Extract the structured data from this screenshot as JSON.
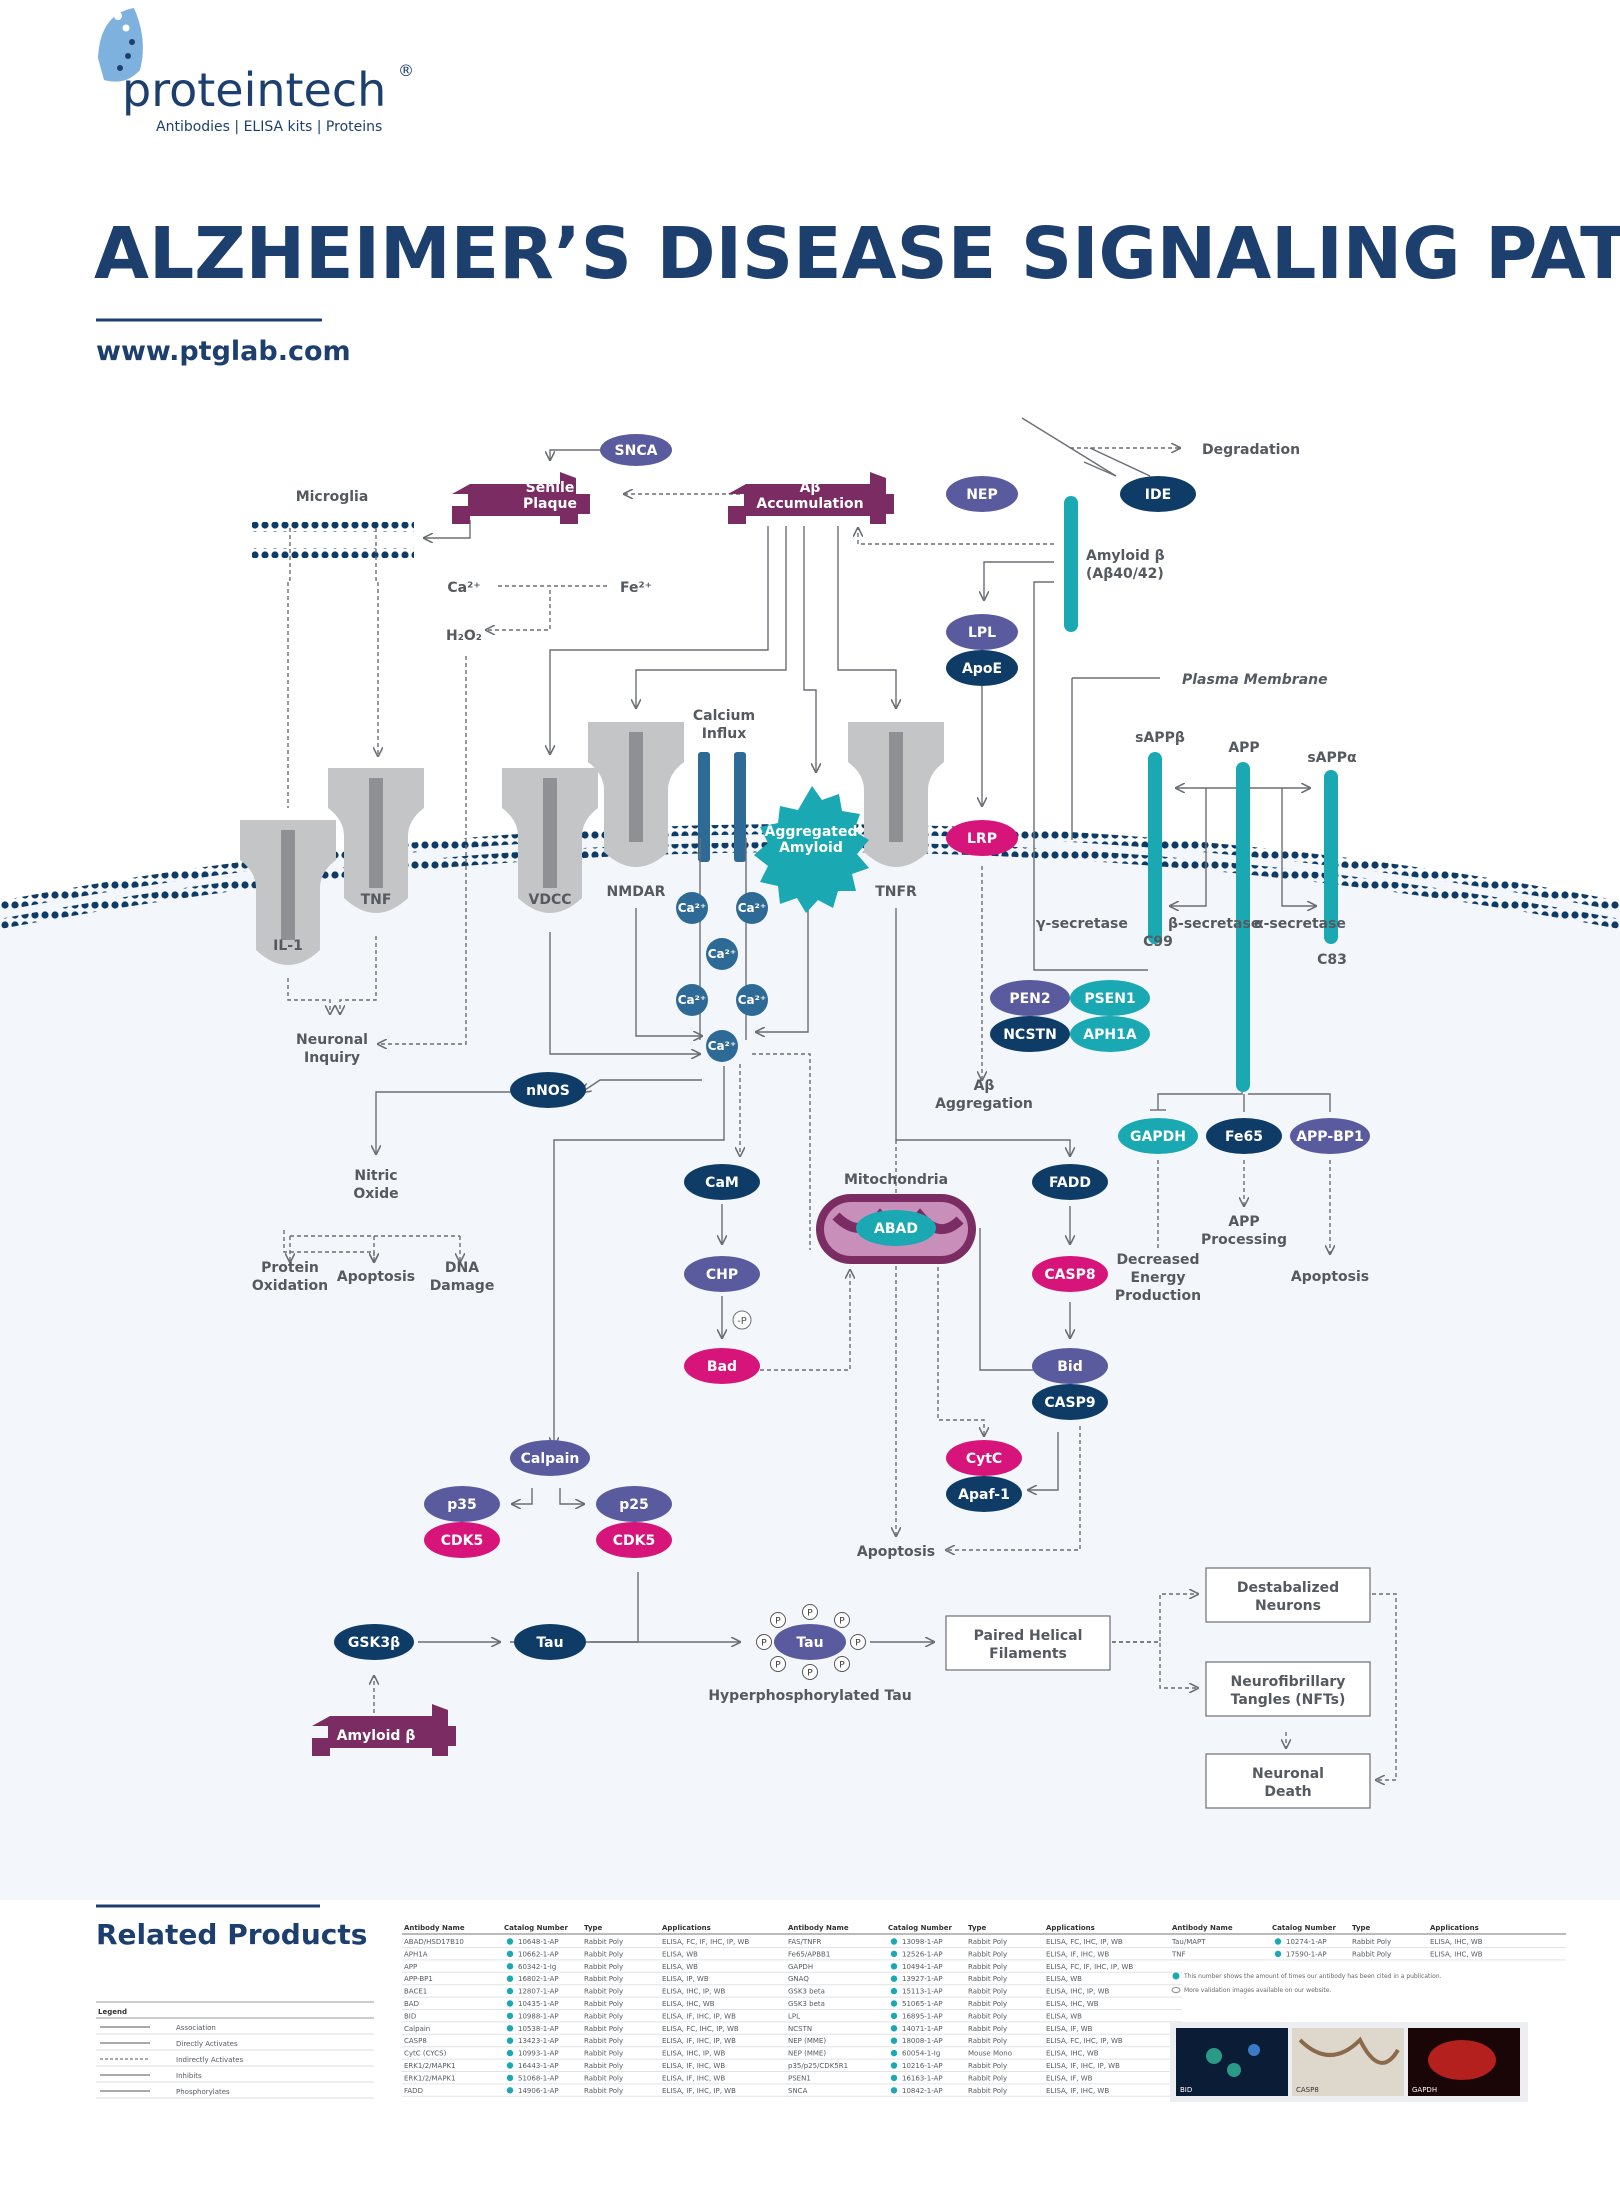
{
  "brand": {
    "name": "proteintech",
    "registered": "®",
    "tagline": "Antibodies  |  ELISA kits  |  Proteins"
  },
  "title": "ALZHEIMER’S DISEASE SIGNALING PATHWAY",
  "url": "www.ptglab.com",
  "colors": {
    "navy": "#1d3f6e",
    "purple": "#5a5a9e",
    "dark_navy": "#0e3c66",
    "magenta": "#d6147a",
    "teal": "#1aa8b3",
    "plum": "#7b2d63",
    "gray": "#c4c5c7",
    "membrane": "#0e3c66"
  },
  "labels": {
    "microglia": "Microglia",
    "ca2": "Ca²⁺",
    "fe": "Fe²⁺",
    "h2o2": "H₂O₂",
    "calcium_influx_1": "Calcium",
    "calcium_influx_2": "Influx",
    "degradation": "Degradation",
    "amyloid_beta_1": "Amyloid β",
    "amyloid_beta_2": "(Aβ40/42)",
    "plasma_membrane": "Plasma Membrane",
    "sappb": "sAPPβ",
    "app": "APP",
    "sappa": "sAPPα",
    "gamma": "γ-secretase",
    "beta": "β-secretase",
    "alpha": "α-secretase",
    "c99": "C99",
    "c83": "C83",
    "neuronal_inquiry_1": "Neuronal",
    "neuronal_inquiry_2": "Inquiry",
    "ab_aggregation_1": "Aβ",
    "ab_aggregation_2": "Aggregation",
    "nitric_1": "Nitric",
    "nitric_2": "Oxide",
    "protein_ox_1": "Protein",
    "protein_ox_2": "Oxidation",
    "apoptosis": "Apoptosis",
    "dna_1": "DNA",
    "dna_2": "Damage",
    "mitochondria": "Mitochondria",
    "decreased_1": "Decreased",
    "decreased_2": "Energy",
    "decreased_3": "Production",
    "app_processing_1": "APP",
    "app_processing_2": "Processing",
    "hyper_tau": "Hyperphosphorylated Tau",
    "p_letter": "P",
    "minus_p": "-P"
  },
  "receptors": {
    "il1": "IL-1",
    "tnf": "TNF",
    "vdcc": "VDCC",
    "nmdar": "NMDAR",
    "tnfr": "TNFR"
  },
  "nodes": {
    "snca": "SNCA",
    "senile_1": "Senile",
    "senile_2": "Plaque",
    "ab_acc_1": "Aβ",
    "ab_acc_2": "Accumulation",
    "nep": "NEP",
    "ide": "IDE",
    "lpl": "LPL",
    "apoe": "ApoE",
    "aggregated_1": "Aggregated",
    "aggregated_2": "Amyloid",
    "lrp": "LRP",
    "pen2": "PEN2",
    "psen1": "PSEN1",
    "ncstn": "NCSTN",
    "aph1a": "APH1A",
    "nnos": "nNOS",
    "cam": "CaM",
    "chp": "CHP",
    "bad": "Bad",
    "abad": "ABAD",
    "fadd": "FADD",
    "casp8": "CASP8",
    "bid": "Bid",
    "casp9": "CASP9",
    "cytc": "CytC",
    "apaf1": "Apaf-1",
    "gapdh": "GAPDH",
    "fe65": "Fe65",
    "appbp1": "APP-BP1",
    "calpain": "Calpain",
    "p35": "p35",
    "p25": "p25",
    "cdk5": "CDK5",
    "gsk3b": "GSK3β",
    "tau": "Tau",
    "amyloid_b": "Amyloid β"
  },
  "boxes": {
    "phf_1": "Paired Helical",
    "phf_2": "Filaments",
    "destab_1": "Destabalized",
    "destab_2": "Neurons",
    "nft_1": "Neurofibrillary",
    "nft_2": "Tangles (NFTs)",
    "death_1": "Neuronal",
    "death_2": "Death"
  },
  "related": {
    "title": "Related Products",
    "legend_title": "Legend",
    "legend": [
      "Association",
      "Directly Activates",
      "Indirectly Activates",
      "Inhibits",
      "Phosphorylates"
    ],
    "headers": [
      "Antibody Name",
      "Catalog Number",
      "Type",
      "Applications"
    ],
    "table1": [
      [
        "ABAD/HSD17B10",
        "10648-1-AP",
        "Rabbit Poly",
        "ELISA, FC, IF, IHC, IP, WB"
      ],
      [
        "APH1A",
        "10662-1-AP",
        "Rabbit Poly",
        "ELISA, WB"
      ],
      [
        "APP",
        "60342-1-Ig",
        "Rabbit Poly",
        "ELISA, WB"
      ],
      [
        "APP-BP1",
        "16802-1-AP",
        "Rabbit Poly",
        "ELISA, IP, WB"
      ],
      [
        "BACE1",
        "12807-1-AP",
        "Rabbit Poly",
        "ELISA, IHC, IP, WB"
      ],
      [
        "BAD",
        "10435-1-AP",
        "Rabbit Poly",
        "ELISA, IHC, WB"
      ],
      [
        "BID",
        "10988-1-AP",
        "Rabbit Poly",
        "ELISA, IF, IHC, IP, WB"
      ],
      [
        "Calpain",
        "10538-1-AP",
        "Rabbit Poly",
        "ELISA, FC, IHC, IP, WB"
      ],
      [
        "CASP8",
        "13423-1-AP",
        "Rabbit Poly",
        "ELISA, IF, IHC, IP, WB"
      ],
      [
        "CytC (CYCS)",
        "10993-1-AP",
        "Rabbit Poly",
        "ELISA, IHC, IP, WB"
      ],
      [
        "ERK1/2/MAPK1",
        "16443-1-AP",
        "Rabbit Poly",
        "ELISA, IF, IHC, WB"
      ],
      [
        "ERK1/2/MAPK1",
        "51068-1-AP",
        "Rabbit Poly",
        "ELISA, IF, IHC, WB"
      ],
      [
        "FADD",
        "14906-1-AP",
        "Rabbit Poly",
        "ELISA, IF, IHC, IP, WB"
      ]
    ],
    "table2": [
      [
        "FAS/TNFR",
        "13098-1-AP",
        "Rabbit Poly",
        "ELISA, FC, IHC, IP, WB"
      ],
      [
        "Fe65/APBB1",
        "12526-1-AP",
        "Rabbit Poly",
        "ELISA, IF, IHC, WB"
      ],
      [
        "GAPDH",
        "10494-1-AP",
        "Rabbit Poly",
        "ELISA, FC, IF, IHC, IP, WB"
      ],
      [
        "GNAQ",
        "13927-1-AP",
        "Rabbit Poly",
        "ELISA, WB"
      ],
      [
        "GSK3 beta",
        "15113-1-AP",
        "Rabbit Poly",
        "ELISA, IHC, IP, WB"
      ],
      [
        "GSK3 beta",
        "51065-1-AP",
        "Rabbit Poly",
        "ELISA, IHC, WB"
      ],
      [
        "LPL",
        "16895-1-AP",
        "Rabbit Poly",
        "ELISA, WB"
      ],
      [
        "NCSTN",
        "14071-1-AP",
        "Rabbit Poly",
        "ELISA, IF, WB"
      ],
      [
        "NEP (MME)",
        "18008-1-AP",
        "Rabbit Poly",
        "ELISA, FC, IHC, IP, WB"
      ],
      [
        "NEP (MME)",
        "60054-1-Ig",
        "Mouse Mono",
        "ELISA, IHC, WB"
      ],
      [
        "p35/p25/CDK5R1",
        "10216-1-AP",
        "Rabbit Poly",
        "ELISA, IF, IHC, IP, WB"
      ],
      [
        "PSEN1",
        "16163-1-AP",
        "Rabbit Poly",
        "ELISA, IF, WB"
      ],
      [
        "SNCA",
        "10842-1-AP",
        "Rabbit Poly",
        "ELISA, IF, IHC, WB"
      ]
    ],
    "table3": [
      [
        "Tau/MAPT",
        "10274-1-AP",
        "Rabbit Poly",
        "ELISA, IHC, WB"
      ],
      [
        "TNF",
        "17590-1-AP",
        "Rabbit Poly",
        "ELISA, IHC, WB"
      ]
    ],
    "note1": "This number shows the amount of times our antibody has been cited in a publication.",
    "note2": "More validation images available on our website.",
    "images": [
      "BID",
      "CASP8",
      "GAPDH"
    ]
  }
}
